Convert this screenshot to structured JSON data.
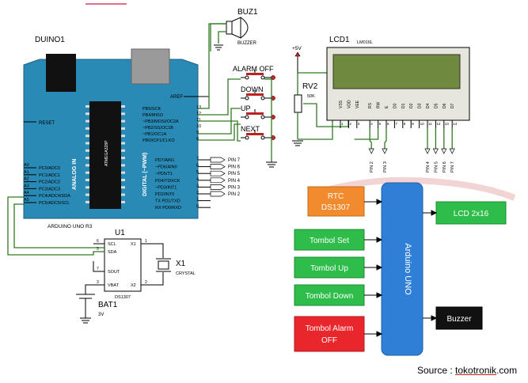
{
  "schematic": {
    "arduino": {
      "title": "DUINO1",
      "subtitle": "ARDUINO UNO R3",
      "chip_label": "ATMEGA328P",
      "aref": "AREF",
      "reset": "RESET",
      "analog_label": "ANALOG IN",
      "digital_label": "DIGITAL (~PWM)",
      "analog_pins": [
        {
          "num": "A0",
          "name": "PC0/ADC0"
        },
        {
          "num": "A1",
          "name": "PC1/ADC1"
        },
        {
          "num": "A2",
          "name": "PC2/ADC2"
        },
        {
          "num": "A3",
          "name": "PC3/ADC3"
        },
        {
          "num": "A4",
          "name": "PC4/ADC4/SDA"
        },
        {
          "num": "A5",
          "name": "PC5/ADC5/SCL"
        }
      ],
      "upper_pins": [
        {
          "num": "13",
          "name": "PB5/SCK"
        },
        {
          "num": "12",
          "name": "PB4/MISO"
        },
        {
          "num": "11",
          "name": "~PB3/MOSI/OC2A"
        },
        {
          "num": "10",
          "name": "~PB2/SS/OC1B"
        },
        {
          "num": "9",
          "name": "~PB1/OC1A"
        },
        {
          "num": "8",
          "name": "PB0/ICP1/CLKO"
        }
      ],
      "lower_pins": [
        {
          "num": "7",
          "name": "PD7/AIN1",
          "port": "PIN 7"
        },
        {
          "num": "6",
          "name": "~PD6/AIN0",
          "port": "PIN 6"
        },
        {
          "num": "5",
          "name": "~PD5/T1",
          "port": "PIN 5"
        },
        {
          "num": "4",
          "name": "PD4/T0/XCK",
          "port": "PIN 4"
        },
        {
          "num": "3",
          "name": "~PD3/INT1",
          "port": "PIN 3"
        },
        {
          "num": "2",
          "name": "PD2/INT0",
          "port": "PIN 2"
        },
        {
          "num": "1",
          "name": "TX PD1/TXD",
          "port": ""
        },
        {
          "num": "0",
          "name": "RX PD0/RXD",
          "port": ""
        }
      ]
    },
    "buzzer": {
      "title": "BUZ1",
      "label": "BUZZER"
    },
    "buttons": [
      "ALARM OFF",
      "DOWN",
      "UP",
      "NEXT"
    ],
    "lcd": {
      "title": "LCD1",
      "model": "LM016L",
      "pins": [
        "VSS",
        "VDD",
        "VEE",
        "RS",
        "RW",
        "E",
        "D0",
        "D1",
        "D2",
        "D3",
        "D4",
        "D5",
        "D6",
        "D7"
      ],
      "pin_nums": [
        "1",
        "2",
        "3",
        "4",
        "5",
        "6",
        "7",
        "8",
        "9",
        "10",
        "11",
        "12",
        "13",
        "14"
      ],
      "pin_ports": [
        "PIN 2",
        "PIN 3",
        "PIN 4",
        "PIN 5",
        "PIN 6",
        "PIN 7"
      ]
    },
    "power": "+5V",
    "pot": {
      "title": "RV2",
      "value": "50K"
    },
    "rtc": {
      "title": "U1",
      "label": "DS1307",
      "pins": [
        {
          "num": "6",
          "name": "SCL"
        },
        {
          "num": "5",
          "name": "SDA"
        },
        {
          "num": "7",
          "name": "SOUT"
        },
        {
          "num": "3",
          "name": "VBAT"
        }
      ],
      "x_pins": [
        {
          "num": "1",
          "name": "X1"
        },
        {
          "num": "2",
          "name": "X2"
        }
      ]
    },
    "crystal": {
      "title": "X1",
      "label": "CRYSTAL"
    },
    "battery": {
      "title": "BAT1",
      "value": "3V"
    }
  },
  "block_diagram": {
    "center": "Arduino UNO",
    "inputs": [
      "RTC DS1307",
      "Tombol Set",
      "Tombol Up",
      "Tombol Down",
      "Tombol Alarm OFF"
    ],
    "outputs": [
      "LCD 2x16",
      "Buzzer"
    ],
    "colors": {
      "rtc": "#f28a2e",
      "button": "#2ebd4a",
      "alarm": "#e8262b",
      "center": "#2f7fd6",
      "lcd": "#2ebd4a",
      "buzzer": "#111111"
    }
  },
  "source": {
    "prefix": "Source : ",
    "site": "tokotronik",
    "suffix": ".com"
  }
}
